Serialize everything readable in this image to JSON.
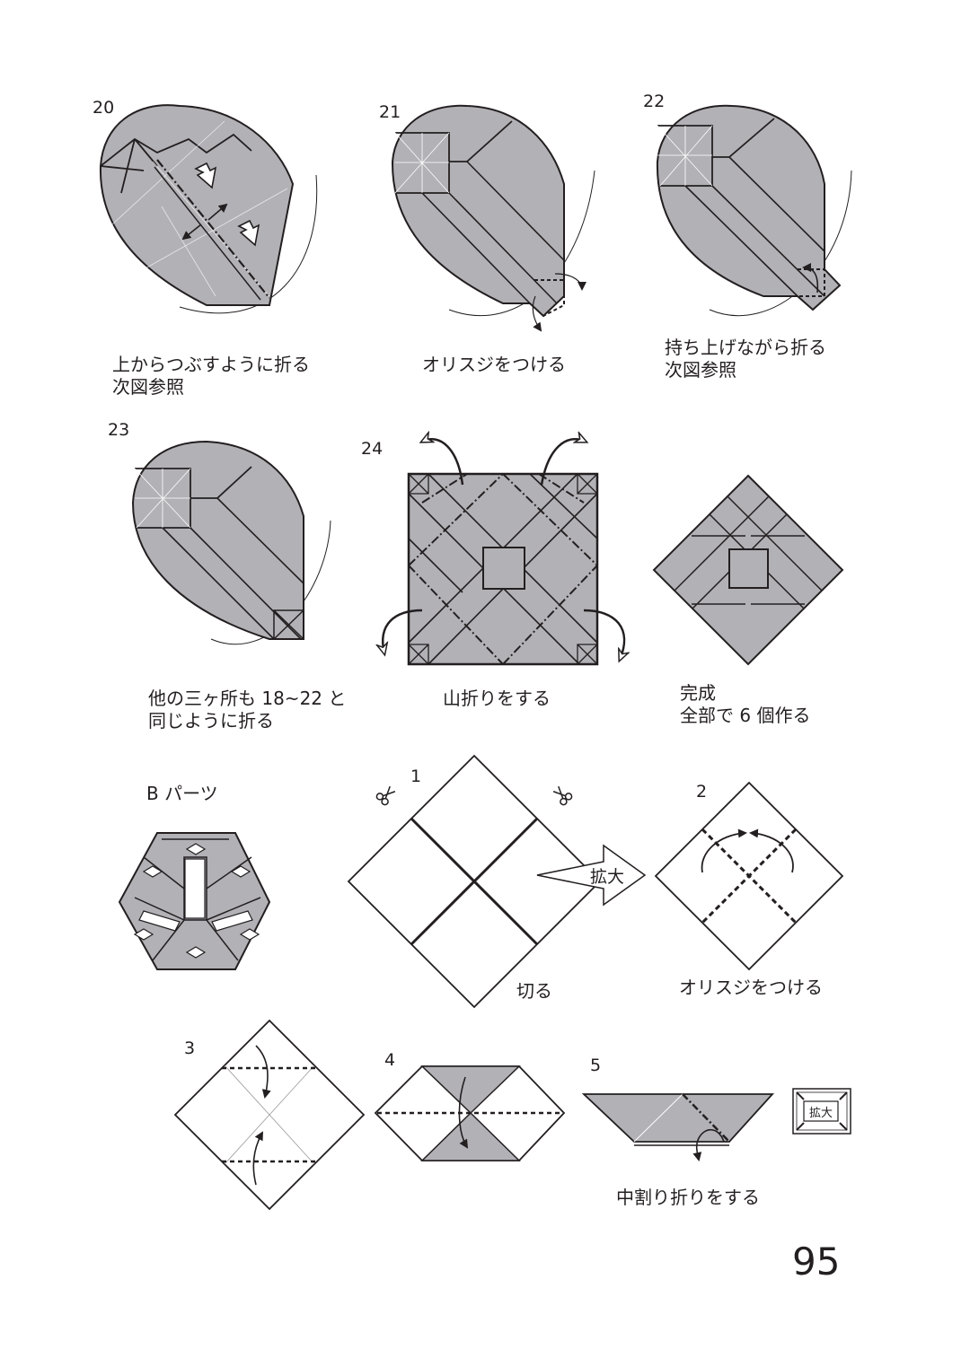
{
  "page_number": "95",
  "colors": {
    "paper_grey": "#b2b1b6",
    "line": "#231f20",
    "white": "#ffffff"
  },
  "steps": [
    {
      "num": "20",
      "caption_lines": [
        "上からつぶすように折る",
        "次図参照"
      ]
    },
    {
      "num": "21",
      "caption_lines": [
        "オリスジをつける"
      ]
    },
    {
      "num": "22",
      "caption_lines": [
        "持ち上げながら折る",
        "次図参照"
      ]
    },
    {
      "num": "23",
      "caption_lines": [
        "他の三ヶ所も 18~22 と",
        "同じように折る"
      ]
    },
    {
      "num": "24",
      "caption_lines": [
        "山折りをする"
      ]
    },
    {
      "num": "",
      "caption_lines": [
        "完成",
        "全部で 6 個作る"
      ]
    }
  ],
  "part_b": {
    "title": "B パーツ",
    "steps": [
      {
        "num": "1",
        "caption": "切る"
      },
      {
        "num": "2",
        "caption": "オリスジをつける"
      },
      {
        "num": "3",
        "caption": ""
      },
      {
        "num": "4",
        "caption": ""
      },
      {
        "num": "5",
        "caption": "中割り折りをする"
      }
    ],
    "enlarge_label": "拡大",
    "enlarge_badge": "拡大",
    "icons": [
      "scissors-icon",
      "enlarge-arrow-icon",
      "enlarge-badge-icon"
    ]
  }
}
